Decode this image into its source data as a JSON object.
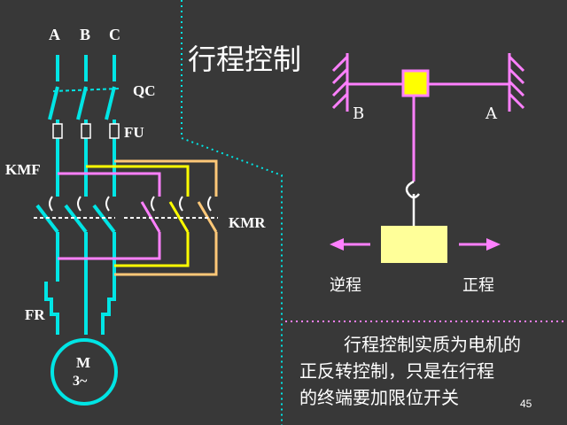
{
  "slide": {
    "title": "行程控制",
    "page_number": "45"
  },
  "circuit": {
    "phase_a": "A",
    "phase_b": "B",
    "phase_c": "C",
    "switch": "QC",
    "fuse": "FU",
    "contactor_forward": "KMF",
    "contactor_reverse": "KMR",
    "relay": "FR",
    "motor_line1": "M",
    "motor_line2": "3~"
  },
  "mechanism": {
    "left_end": "B",
    "right_end": "A",
    "left_direction": "逆程",
    "right_direction": "正程"
  },
  "description": {
    "line1": "行程控制实质为电机的",
    "line2": "正反转控制，只是在行程",
    "line3": "的终端要加限位开关"
  },
  "colors": {
    "background": "#383838",
    "cyan": "#00e5e5",
    "pink": "#ff80ff",
    "yellow": "#ffff00",
    "orange": "#ffc878",
    "block": "#ffff99"
  }
}
